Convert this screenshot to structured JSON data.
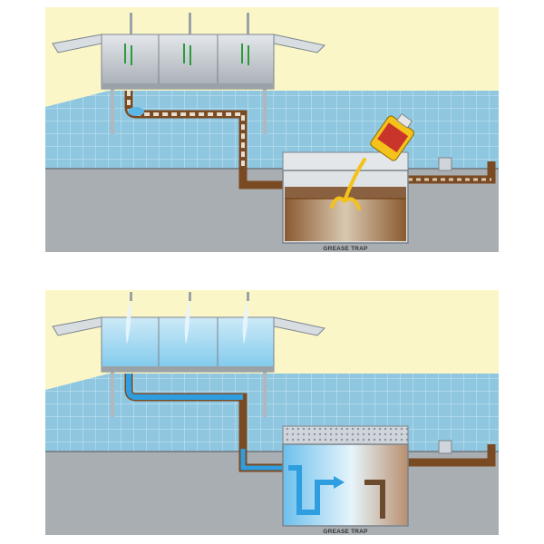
{
  "panels": [
    {
      "id": "before-treatment",
      "trap_label": "GREASE TRAP"
    },
    {
      "id": "after-treatment",
      "trap_label": "GREASE TRAP"
    }
  ],
  "colors": {
    "background": "#fbf6c8",
    "floor_tile": "#8fc7e0",
    "tile_line": "#c8e7f4",
    "wall": "#a9aeb3",
    "steel": "#cfd5da",
    "steel_dark": "#8d959c",
    "grease": "#7a4a22",
    "water": "#5ab7e6",
    "enzyme_yellow": "#f4c21a",
    "bottle_red": "#c9352a"
  },
  "icons": [
    "faucet-icon",
    "enzyme-bottle-icon",
    "flow-arrow-icon",
    "water-spray-icon"
  ]
}
